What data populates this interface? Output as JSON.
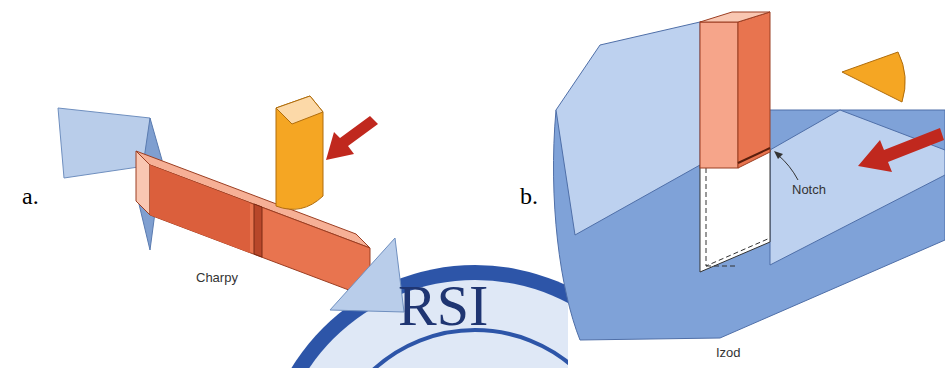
{
  "diagram": {
    "labels": [
      "a.",
      "Charpy",
      "b.",
      "Notch",
      "Izod",
      "RSI"
    ]
  }
}
